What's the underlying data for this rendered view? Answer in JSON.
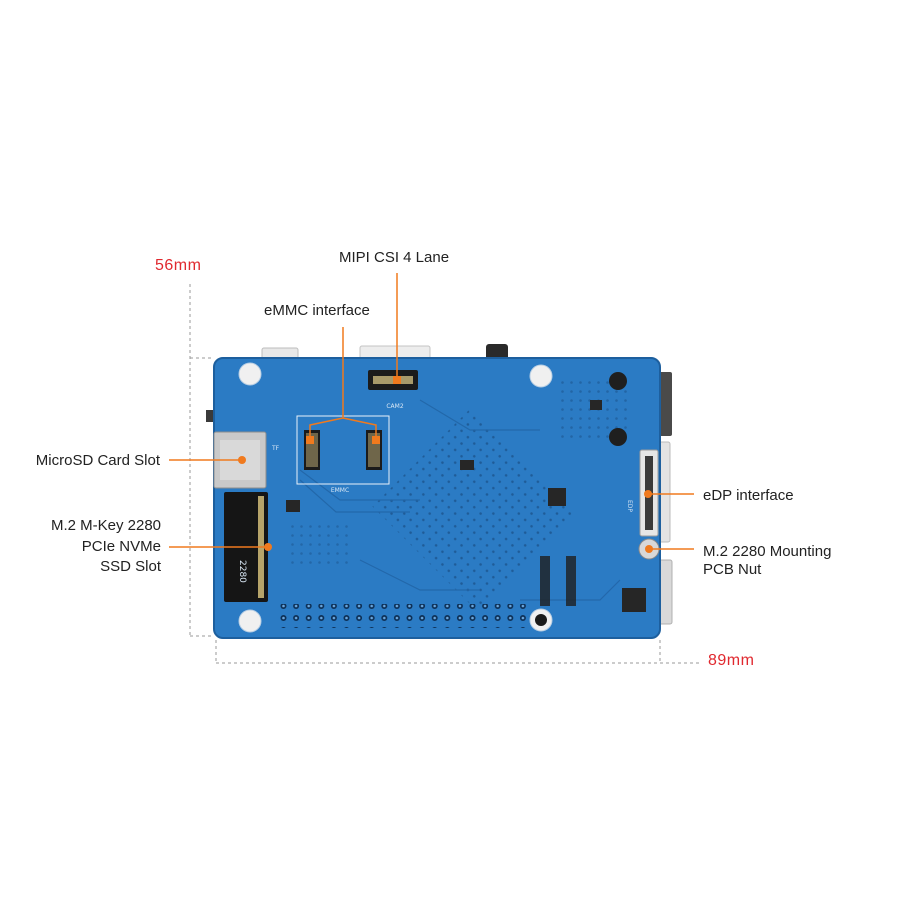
{
  "colors": {
    "pcb": "#2b7bc4",
    "pcb_dark": "#1d5f9e",
    "callout": "#f07a1e",
    "dimension_text": "#e0282e",
    "dimension_line": "#9a9a9a"
  },
  "dimensions": {
    "height": "56mm",
    "width": "89mm"
  },
  "callouts": {
    "mipi": "MIPI CSI 4 Lane",
    "emmc": "eMMC interface",
    "microsd": "MicroSD Card Slot",
    "m2_line1": "M.2 M-Key 2280",
    "m2_line2": "PCIe NVMe",
    "m2_line3": "SSD Slot",
    "edp": "eDP interface",
    "nut_line1": "M.2 2280 Mounting",
    "nut_line2": "PCB Nut"
  },
  "silkscreen": {
    "cam": "CAM2",
    "emmc": "EMMC",
    "tf": "TF",
    "edp": "EDP",
    "m2": "2280"
  }
}
